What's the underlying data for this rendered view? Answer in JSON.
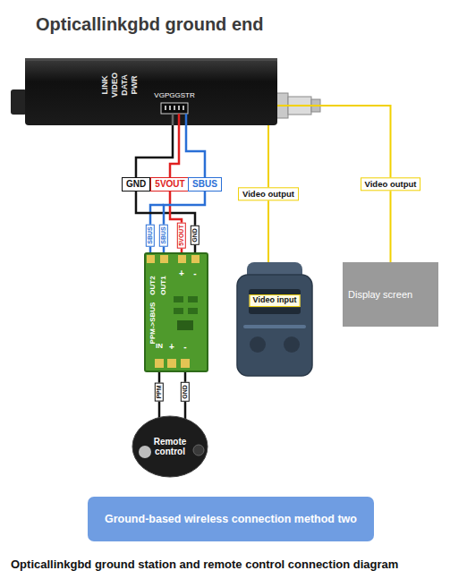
{
  "diagram": {
    "title": "Opticallinkgbd ground end",
    "caption": "Opticallinkgbd ground station and remote control connection diagram",
    "nodes": [
      {
        "text": [
          "LINK",
          "VIDEO",
          "DATA",
          "PWR",
          "VGPGGSTR"
        ]
      },
      {
        "text": [
          "GND"
        ]
      },
      {
        "text": [
          "5VOUT"
        ]
      },
      {
        "text": [
          "SBUS"
        ]
      },
      {
        "text": [
          "PPM->SBUS",
          "OUT2",
          "OUT1",
          "+",
          "-",
          "IN",
          "+",
          "-"
        ]
      },
      {
        "text": [
          "Video input"
        ]
      },
      {
        "text": [
          "Display screen"
        ]
      },
      {
        "text": [
          "Remote control"
        ]
      },
      {
        "text": [
          "Ground-based wireless connection method two"
        ]
      }
    ],
    "edges": [
      {
        "from": 0,
        "to": 1,
        "arrow": "none"
      },
      {
        "from": 0,
        "to": 2,
        "arrow": "none"
      },
      {
        "from": 0,
        "to": 3,
        "arrow": "none"
      },
      {
        "from": 1,
        "to": 4,
        "arrow": "none"
      },
      {
        "from": 2,
        "to": 4,
        "arrow": "none"
      },
      {
        "from": 3,
        "to": 4,
        "arrow": "none"
      },
      {
        "from": 0,
        "to": 5,
        "label": "Video output",
        "arrow": "none"
      },
      {
        "from": 0,
        "to": 6,
        "label": "Video output",
        "arrow": "none"
      },
      {
        "from": 7,
        "to": 4,
        "arrow": "none"
      }
    ],
    "labels": [
      "SBUS",
      "SBUS",
      "5VOUT",
      "GND",
      "PPM",
      "GND"
    ]
  }
}
